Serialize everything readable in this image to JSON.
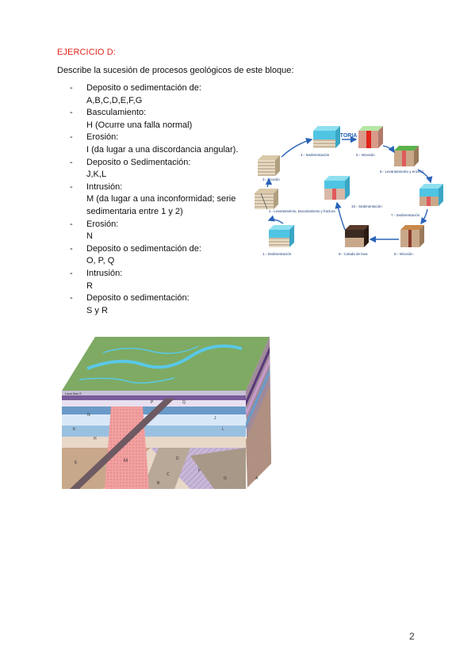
{
  "document": {
    "title": "EJERCICIO D:",
    "intro": "Describe la sucesión de procesos geológicos de este bloque:",
    "page_number": "2"
  },
  "steps": [
    {
      "label": "Deposito o sedimentación de:",
      "detail": "A,B,C,D,E,F,G"
    },
    {
      "label": "Basculamiento:",
      "detail": "H (Ocurre una falla normal)"
    },
    {
      "label": "Erosión:",
      "detail": "I (da lugar a una discordancia angular)."
    },
    {
      "label": "Deposito o Sedimentación:",
      "detail": "J,K,L"
    },
    {
      "label": "Intrusión:",
      "detail": "M (da lugar a una inconformidad; serie sedimentaria entre 1 y 2)"
    },
    {
      "label": "Erosión:",
      "detail": "N"
    },
    {
      "label": "Deposito o sedimentación de:",
      "detail": "O, P, Q"
    },
    {
      "label": "Intrusión:",
      "detail": "R"
    },
    {
      "label": "Deposito o sedimentación:",
      "detail": "S y R"
    }
  ],
  "history_figure": {
    "title": "HISTORIA",
    "stages": [
      "1.- Sedimentación",
      "2.- Levantamiento, basculamiento y fractura",
      "3.- Erosión",
      "4.- Sedimentación",
      "5.- Intrusión",
      "6.- Levantamiento y erosión",
      "7.- Sedimentación",
      "8.- Intrusión",
      "9.- Colada de lava",
      "10.- Sedimentación"
    ]
  },
  "block_figure": {
    "lava_label": "Lava flow S",
    "layer_labels": [
      "M",
      "N",
      "K",
      "J",
      "L",
      "E",
      "F",
      "G",
      "D",
      "C",
      "B",
      "A",
      "H",
      "P",
      "Q"
    ]
  },
  "colors": {
    "title": "#e0241b",
    "arrow": "#2a63b8",
    "water": "#5ac8e6",
    "intrusion": "#f08a8a",
    "dike": "#6e5a62",
    "terrain": "#7faa63"
  }
}
